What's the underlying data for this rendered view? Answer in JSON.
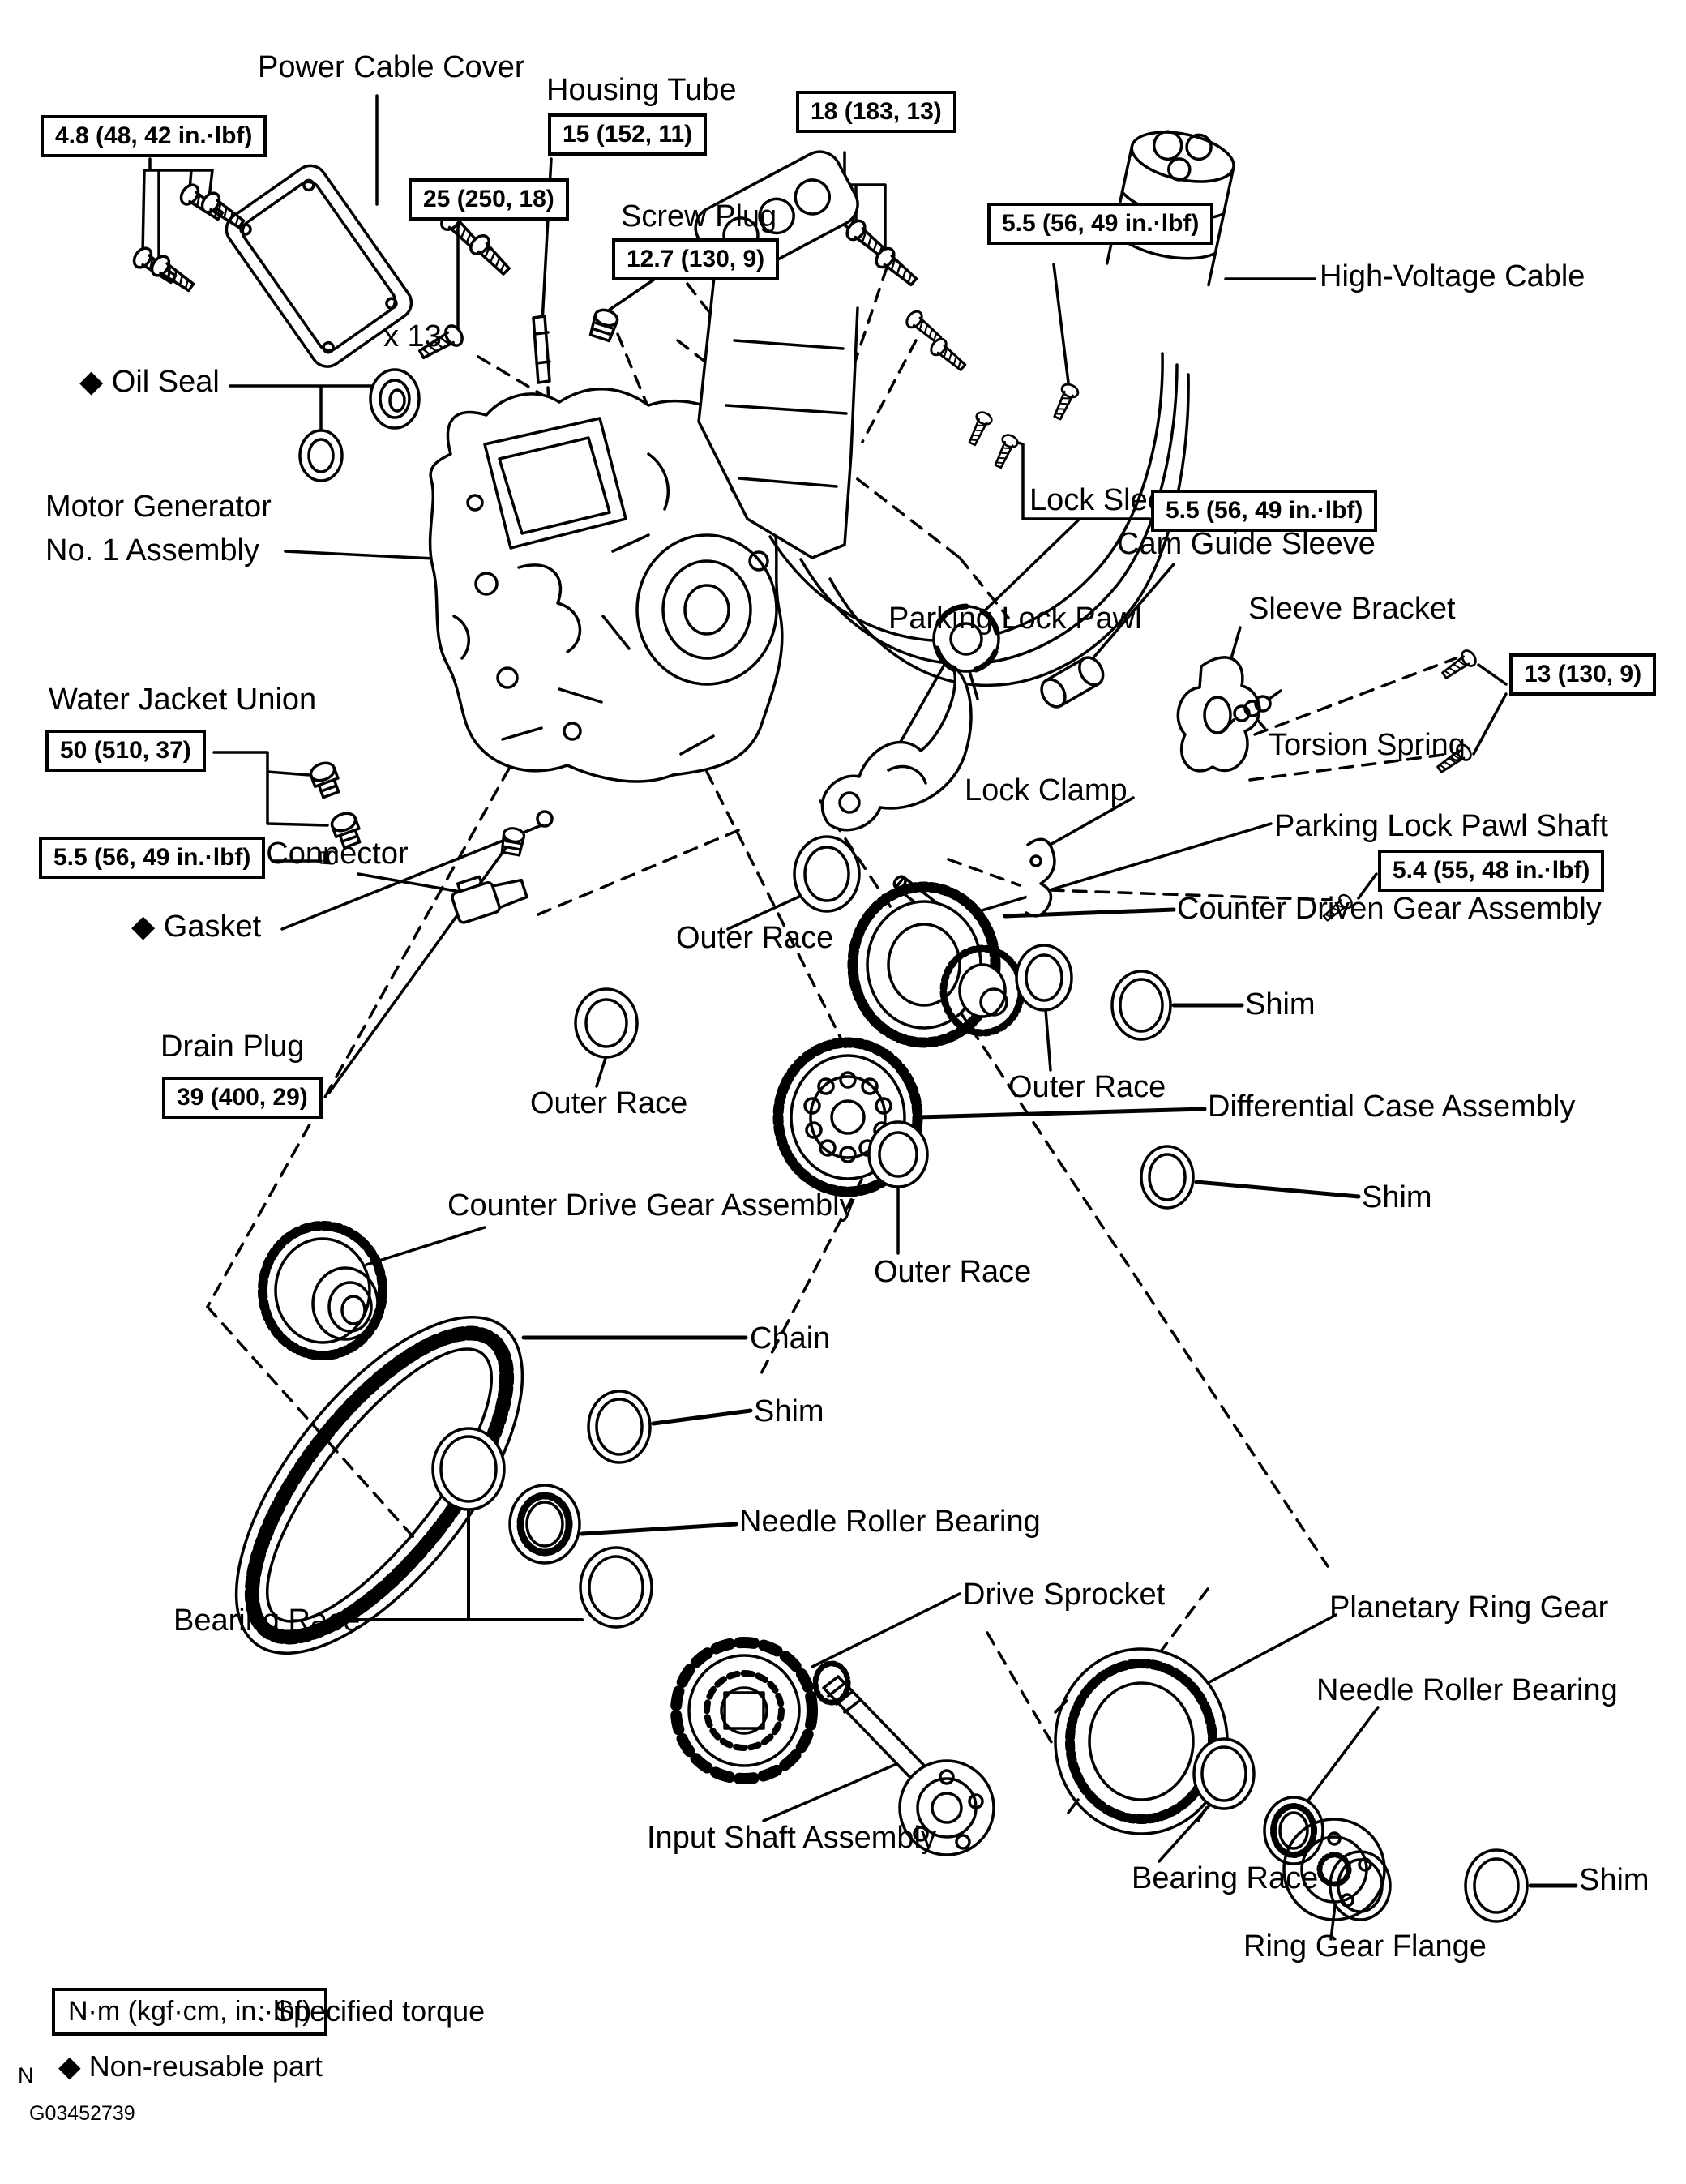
{
  "figure": {
    "corner_letter": "N",
    "figure_code": "G03452739"
  },
  "legend": {
    "torque_box": "N·m (kgf·cm, in.·lbf)",
    "torque_desc": ": Specified torque",
    "nonreusable": "◆ Non-reusable part"
  },
  "labels": [
    {
      "id": "power-cable-cover",
      "text": "Power Cable Cover"
    },
    {
      "id": "housing-tube",
      "text": "Housing Tube"
    },
    {
      "id": "screw-plug",
      "text": "Screw Plug"
    },
    {
      "id": "x13",
      "text": "x 13"
    },
    {
      "id": "oil-seal",
      "text": "◆ Oil Seal"
    },
    {
      "id": "high-voltage-cable",
      "text": "High-Voltage Cable"
    },
    {
      "id": "motor-generator-line1",
      "text": "Motor Generator"
    },
    {
      "id": "motor-generator-line2",
      "text": "No. 1 Assembly"
    },
    {
      "id": "water-jacket-union",
      "text": "Water Jacket Union"
    },
    {
      "id": "wiring-harness-connector",
      "text": "Wiring Harness Connector"
    },
    {
      "id": "gasket",
      "text": "◆ Gasket"
    },
    {
      "id": "drain-plug",
      "text": "Drain Plug"
    },
    {
      "id": "lock-sleeve",
      "text": "Lock Sleeve"
    },
    {
      "id": "cam-guide-sleeve",
      "text": "Cam Guide Sleeve"
    },
    {
      "id": "sleeve-bracket",
      "text": "Sleeve Bracket"
    },
    {
      "id": "parking-lock-pawl",
      "text": "Parking Lock Pawl"
    },
    {
      "id": "torsion-spring",
      "text": "Torsion Spring"
    },
    {
      "id": "lock-clamp",
      "text": "Lock Clamp"
    },
    {
      "id": "parking-lock-pawl-shaft",
      "text": "Parking Lock Pawl Shaft"
    },
    {
      "id": "outer-race-a",
      "text": "Outer Race"
    },
    {
      "id": "counter-driven-gear-assembly",
      "text": "Counter Driven Gear Assembly"
    },
    {
      "id": "shim-1",
      "text": "Shim"
    },
    {
      "id": "outer-race-b",
      "text": "Outer Race"
    },
    {
      "id": "outer-race-c",
      "text": "Outer Race"
    },
    {
      "id": "differential-case-assembly",
      "text": "Differential Case Assembly"
    },
    {
      "id": "shim-2",
      "text": "Shim"
    },
    {
      "id": "outer-race-d",
      "text": "Outer Race"
    },
    {
      "id": "counter-drive-gear-assembly",
      "text": "Counter Drive Gear Assembly"
    },
    {
      "id": "chain",
      "text": "Chain"
    },
    {
      "id": "shim-3",
      "text": "Shim"
    },
    {
      "id": "needle-roller-bearing-1",
      "text": "Needle Roller Bearing"
    },
    {
      "id": "drive-sprocket",
      "text": "Drive Sprocket"
    },
    {
      "id": "bearing-race-1",
      "text": "Bearing Race"
    },
    {
      "id": "planetary-ring-gear",
      "text": "Planetary Ring Gear"
    },
    {
      "id": "needle-roller-bearing-2",
      "text": "Needle Roller Bearing"
    },
    {
      "id": "input-shaft-assembly",
      "text": "Input Shaft Assembly"
    },
    {
      "id": "bearing-race-2",
      "text": "Bearing Race"
    },
    {
      "id": "shim-4",
      "text": "Shim"
    },
    {
      "id": "ring-gear-flange",
      "text": "Ring Gear Flange"
    }
  ],
  "torques": [
    {
      "id": "t48",
      "text": "4.8 (48, 42 in.·lbf)"
    },
    {
      "id": "t15",
      "text": "15 (152, 11)"
    },
    {
      "id": "t25",
      "text": "25 (250, 18)"
    },
    {
      "id": "t127",
      "text": "12.7 (130, 9)"
    },
    {
      "id": "t18",
      "text": "18 (183, 13)"
    },
    {
      "id": "t55a",
      "text": "5.5 (56, 49 in.·lbf)"
    },
    {
      "id": "t55b",
      "text": "5.5 (56, 49 in.·lbf)"
    },
    {
      "id": "t50",
      "text": "50 (510, 37)"
    },
    {
      "id": "t55c",
      "text": "5.5 (56, 49 in.·lbf)"
    },
    {
      "id": "t39",
      "text": "39 (400, 29)"
    },
    {
      "id": "t13",
      "text": "13 (130, 9)"
    },
    {
      "id": "t54",
      "text": "5.4 (55, 48 in.·lbf)"
    }
  ]
}
